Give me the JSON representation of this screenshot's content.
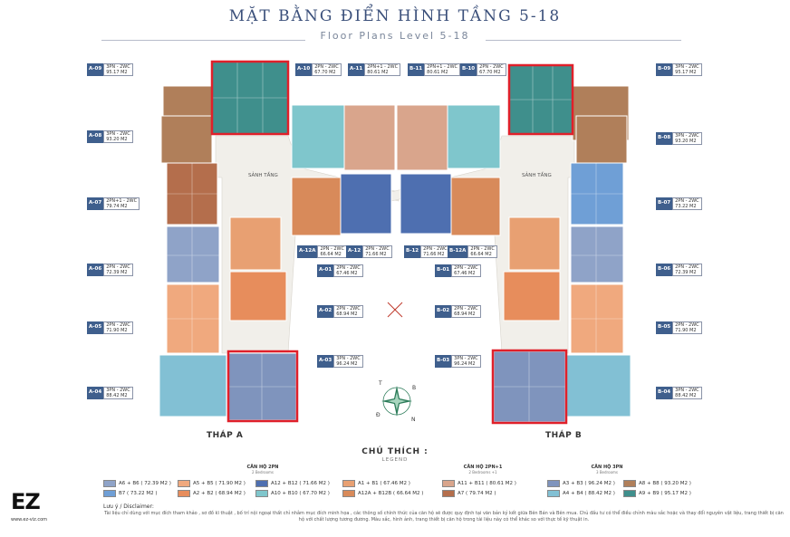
{
  "header": {
    "title": "MẶT BẰNG ĐIỂN HÌNH TẦNG 5-18",
    "subtitle": "Floor Plans Level 5-18"
  },
  "plan": {
    "lobby_label": "SẢNH TẦNG",
    "tower_a_label": "THÁP A",
    "tower_b_label": "THÁP B",
    "compass_letters": [
      "T",
      "B",
      "Đ",
      "N"
    ],
    "highlight_color": "#e0202a"
  },
  "unit_tags": [
    {
      "code": "A-09",
      "type": "3PN - 2WC",
      "area": "95.17 M2"
    },
    {
      "code": "A-10",
      "type": "2PN - 2WC",
      "area": "67.70 M2"
    },
    {
      "code": "A-11",
      "type": "2PN+1 - 2WC",
      "area": "80.61 M2"
    },
    {
      "code": "B-11",
      "type": "2PN+1 - 2WC",
      "area": "80.61 M2"
    },
    {
      "code": "B-10",
      "type": "2PN - 2WC",
      "area": "67.70 M2"
    },
    {
      "code": "B-09",
      "type": "3PN - 2WC",
      "area": "95.17 M2"
    },
    {
      "code": "A-08",
      "type": "3PN - 2WC",
      "area": "93.20 M2"
    },
    {
      "code": "B-08",
      "type": "3PN - 2WC",
      "area": "93.20 M2"
    },
    {
      "code": "A-07",
      "type": "2PN+1 - 2WC",
      "area": "79.74 M2"
    },
    {
      "code": "B-07",
      "type": "2PN - 2WC",
      "area": "73.22 M2"
    },
    {
      "code": "A-12A",
      "type": "2PN - 2WC",
      "area": "66.64 M2"
    },
    {
      "code": "A-12",
      "type": "2PN - 2WC",
      "area": "71.66 M2"
    },
    {
      "code": "B-12",
      "type": "2PN - 2WC",
      "area": "71.66 M2"
    },
    {
      "code": "B-12A",
      "type": "2PN - 2WC",
      "area": "66.64 M2"
    },
    {
      "code": "A-06",
      "type": "2PN - 2WC",
      "area": "72.39 M2"
    },
    {
      "code": "A-01",
      "type": "2PN - 2WC",
      "area": "67.46 M2"
    },
    {
      "code": "B-01",
      "type": "2PN - 2WC",
      "area": "67.46 M2"
    },
    {
      "code": "B-06",
      "type": "2PN - 2WC",
      "area": "72.39 M2"
    },
    {
      "code": "A-02",
      "type": "2PN - 2WC",
      "area": "68.94 M2"
    },
    {
      "code": "B-02",
      "type": "2PN - 2WC",
      "area": "68.94 M2"
    },
    {
      "code": "A-05",
      "type": "2PN - 2WC",
      "area": "71.90 M2"
    },
    {
      "code": "B-05",
      "type": "2PN - 2WC",
      "area": "71.90 M2"
    },
    {
      "code": "A-03",
      "type": "3PN - 2WC",
      "area": "96.24 M2"
    },
    {
      "code": "B-03",
      "type": "3PN - 2WC",
      "area": "96.24 M2"
    },
    {
      "code": "A-04",
      "type": "3PN - 2WC",
      "area": "88.42 M2"
    },
    {
      "code": "B-04",
      "type": "3PN - 2WC",
      "area": "88.42 M2"
    }
  ],
  "legend": {
    "title": "CHÚ THÍCH :",
    "subtitle": "LEGEND",
    "groups": [
      {
        "title": "CĂN HỘ 2PN",
        "subtitle": "2 Bedrooms"
      },
      {
        "title": "CĂN HỘ 2PN+1",
        "subtitle": "2 Bedrooms +1"
      },
      {
        "title": "CĂN HỘ 3PN",
        "subtitle": "3 Bedrooms"
      }
    ],
    "items": [
      {
        "label": "A6 + B6 ( 72.39 M2 )",
        "color": "#8fa3c8"
      },
      {
        "label": "A5 + B5 ( 71.90 M2 )",
        "color": "#f0a97e"
      },
      {
        "label": "A12 + B12 ( 71.66 M2 )",
        "color": "#4e6fb0"
      },
      {
        "label": "A1 + B1 ( 67.46 M2 )",
        "color": "#e8a072"
      },
      {
        "label": "B7 ( 73.22 M2 )",
        "color": "#6f9fd6"
      },
      {
        "label": "A2 + B2 ( 68.94 M2 )",
        "color": "#e78d5c"
      },
      {
        "label": "A10 + B10 ( 67.70 M2 )",
        "color": "#7fc6cc"
      },
      {
        "label": "A12A + B12B ( 66.64 M2 )",
        "color": "#d88a5a"
      },
      {
        "label": "A11 + B11 ( 80.61 M2 )",
        "color": "#d9a58c"
      },
      {
        "label": "A7 ( 79.74 M2 )",
        "color": "#b46e4c"
      },
      {
        "label": "A3 + B3 ( 96.24 M2 )",
        "color": "#7f94bd"
      },
      {
        "label": "A8 + B8 ( 93.20 M2 )",
        "color": "#b07f5a"
      },
      {
        "label": "A4 + B4 ( 88.42 M2 )",
        "color": "#82c0d4"
      },
      {
        "label": "A9 + B9 ( 95.17 M2 )",
        "color": "#3f8f8c"
      }
    ]
  },
  "brand": {
    "logo": "EZ",
    "url": "www.ez-viz.com"
  },
  "disclaimer": {
    "heading": "Lưu ý / Disclaimer:",
    "text": "Tài liệu chỉ dùng với mục đích tham khảo , sơ đồ kĩ thuật , bố trí nội ngoại thất chỉ nhằm mục đích minh họa , các thông số chính thức của căn hộ sẽ được quy định tại văn bản ký kết giữa Bên Bán và Bên mua. Chủ đầu tư có thể điều chỉnh màu sắc hoặc và thay đổi nguyên vật liệu, trang thiết bị căn hộ với chất lượng tương đương. Màu sắc, hình ảnh, trang thiết bị căn hộ trong tài liệu này có thể khác so với thực tế kỹ thuật in."
  }
}
